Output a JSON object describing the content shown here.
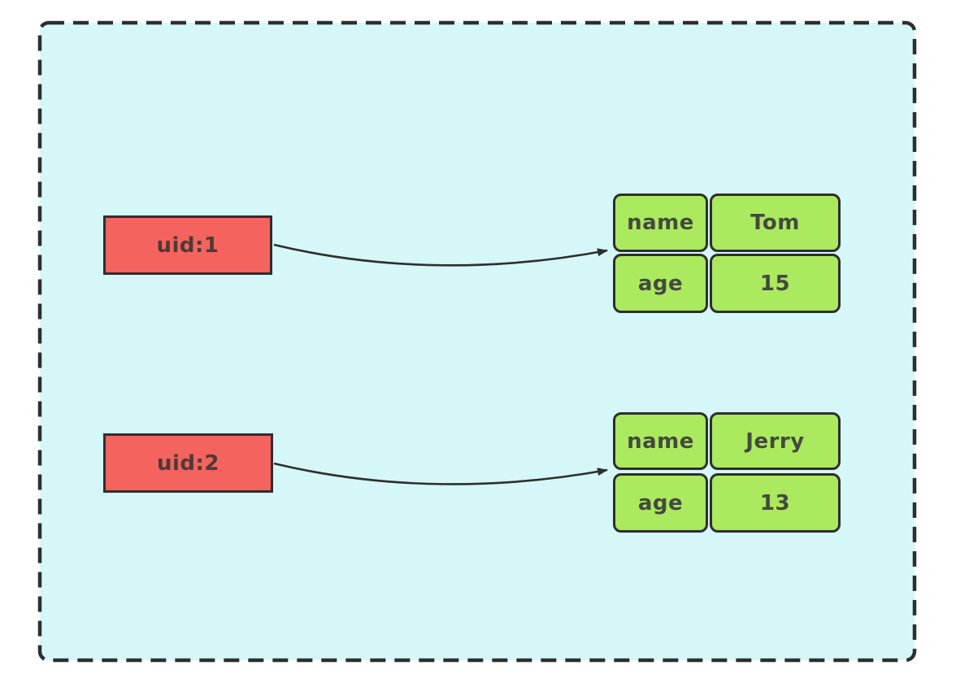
{
  "diagram": {
    "colors": {
      "page_background": "#ffffff",
      "container_fill": "#d6f7f8",
      "container_border": "#2e2e2e",
      "key_node_fill": "#f5635e",
      "hash_cell_fill": "#abe95f",
      "arrow_stroke": "#2e2e2e",
      "text": "#474747"
    },
    "nodes": [
      {
        "label": "uid:1"
      },
      {
        "label": "uid:2"
      }
    ],
    "hashes": [
      {
        "fields": [
          {
            "key": "name",
            "value": "Tom"
          },
          {
            "key": "age",
            "value": "15"
          }
        ]
      },
      {
        "fields": [
          {
            "key": "name",
            "value": "Jerry"
          },
          {
            "key": "age",
            "value": "13"
          }
        ]
      }
    ]
  }
}
